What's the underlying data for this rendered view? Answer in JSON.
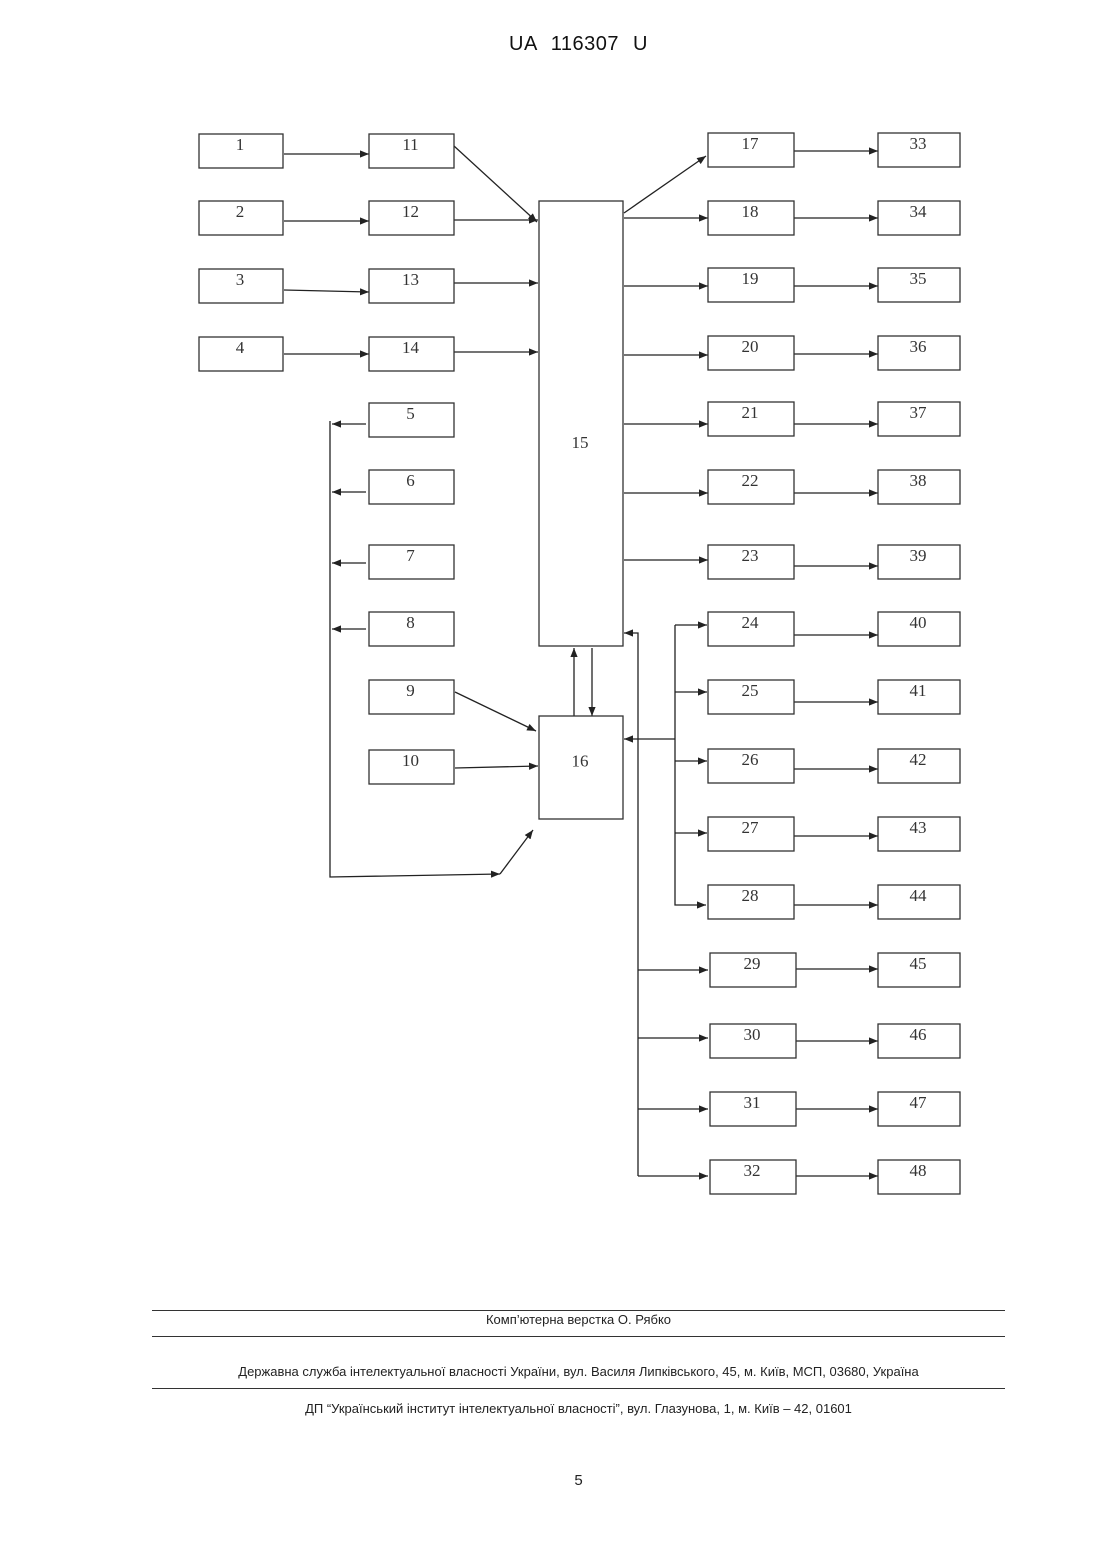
{
  "header": {
    "doc_number": "UA   116307   U"
  },
  "diagram": {
    "blocks": [
      "1",
      "2",
      "3",
      "4",
      "5",
      "6",
      "7",
      "8",
      "9",
      "10",
      "11",
      "12",
      "13",
      "14",
      "15",
      "16",
      "17",
      "18",
      "19",
      "20",
      "21",
      "22",
      "23",
      "24",
      "25",
      "26",
      "27",
      "28",
      "29",
      "30",
      "31",
      "32",
      "33",
      "34",
      "35",
      "36",
      "37",
      "38",
      "39",
      "40",
      "41",
      "42",
      "43",
      "44",
      "45",
      "46",
      "47",
      "48"
    ]
  },
  "footer": {
    "layout_credit": "Комп’ютерна верстка О. Рябко",
    "office": "Державна служба інтелектуальної власності України, вул. Василя Липківського, 45, м. Київ, МСП, 03680, Україна",
    "institute": "ДП “Український інститут інтелектуальної власності”, вул. Глазунова, 1, м. Київ – 42, 01601",
    "page_number": "5"
  }
}
